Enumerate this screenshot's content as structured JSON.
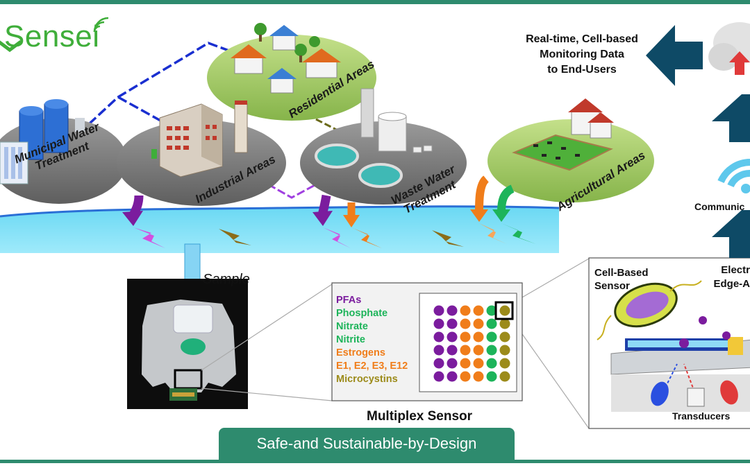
{
  "brand": {
    "name": "Sensei"
  },
  "areas": {
    "municipal": "Municipal Water Treatment",
    "municipal_l1": "Municipal Water",
    "municipal_l2": "Treatment",
    "industrial": "Industrial Areas",
    "residential": "Residential Areas",
    "wastewater_l1": "Waste Water",
    "wastewater_l2": "Treatment",
    "agricultural": "Agricultural Areas"
  },
  "monitoring": {
    "line1": "Real-time, Cell-based",
    "line2": "Monitoring Data",
    "line3": "to End-Users"
  },
  "communication_label": "Communic",
  "edge_label": {
    "line1": "Electr",
    "line2": "Edge-A"
  },
  "sample_label": "Sample",
  "multiplex": {
    "title": "Multiplex Sensor",
    "legend": [
      {
        "text": "PFAs",
        "color": "#7b1c9e"
      },
      {
        "text": "Phosphate",
        "color": "#1db45a"
      },
      {
        "text": "Nitrate",
        "color": "#1db45a"
      },
      {
        "text": "Nitrite",
        "color": "#1db45a"
      },
      {
        "text": "Estrogens",
        "color": "#f07d1a"
      },
      {
        "text": "E1, E2, E3, E12",
        "color": "#f07d1a"
      },
      {
        "text": "Microcystins",
        "color": "#9c8b1a"
      }
    ],
    "grid_columns": [
      "#7b1c9e",
      "#7b1c9e",
      "#f07d1a",
      "#f07d1a",
      "#1db45a",
      "#9c8b1a"
    ]
  },
  "cell_sensor": {
    "line1": "Cell-Based",
    "line2": "Sensor",
    "transducers": "Transducers"
  },
  "footer_badge": "Safe-and Sustainable-by-Design",
  "colors": {
    "brand_green": "#2e8b6e",
    "arrow_navy": "#0e4a66",
    "water": "#7fe0f6",
    "water_edge": "#2a6fd6"
  }
}
